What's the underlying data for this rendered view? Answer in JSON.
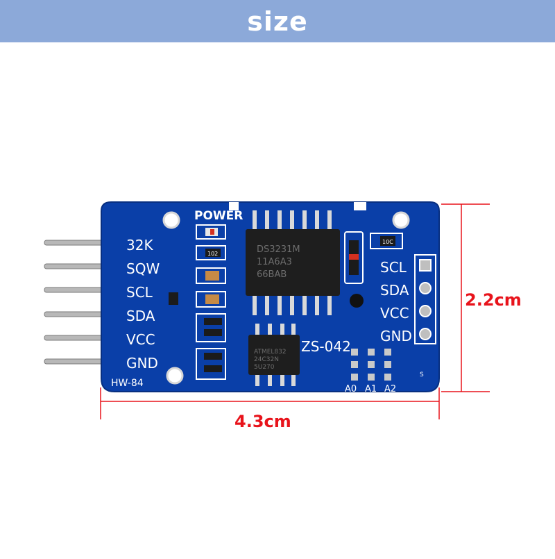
{
  "banner": {
    "title": "size",
    "color": "#8ca9d9"
  },
  "dimensions": {
    "height_label": "2.2cm",
    "width_label": "4.3cm",
    "color": "#e8131b"
  },
  "board": {
    "color": "#0a3fa8",
    "model_label": "HW-84",
    "module_label": "ZS-042",
    "power_label": "POWER",
    "left_pins": [
      "32K",
      "SQW",
      "SCL",
      "SDA",
      "VCC",
      "GND"
    ],
    "right_pins": [
      "SCL",
      "SDA",
      "VCC",
      "GND"
    ],
    "address_pads": [
      "A0",
      "A1",
      "A2"
    ],
    "main_chip_text": [
      "DS3231M",
      "11A6A3",
      "66BAB"
    ],
    "eeprom_chip_text": [
      "ATMEL832",
      "24C32N",
      "5U270"
    ],
    "resistor_codes": [
      "102",
      "10C"
    ],
    "corner_mark": "S"
  }
}
